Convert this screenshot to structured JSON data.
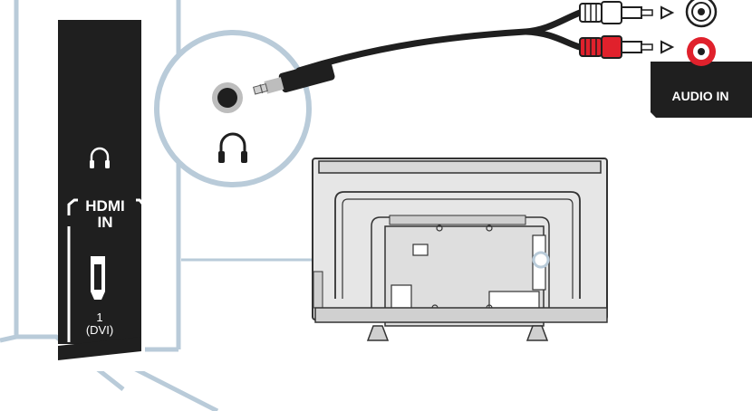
{
  "side_panel": {
    "hdmi_title": "HDMI",
    "hdmi_in": "IN",
    "port_number": "1",
    "port_note": "(DVI)",
    "headphone_icon": "headphones-icon",
    "hdmi_icon": "hdmi-port-icon"
  },
  "audio_badge": {
    "label": "AUDIO IN"
  },
  "callout": {
    "jack_icon": "headphone-jack-icon",
    "headphone_icon": "headphones-icon"
  },
  "colors": {
    "panel_dark": "#1f1f1f",
    "callout_outline": "#b9cbd9",
    "rca_red": "#e0212c",
    "tv_body": "#e6e6e6",
    "tv_stroke": "#333333"
  }
}
